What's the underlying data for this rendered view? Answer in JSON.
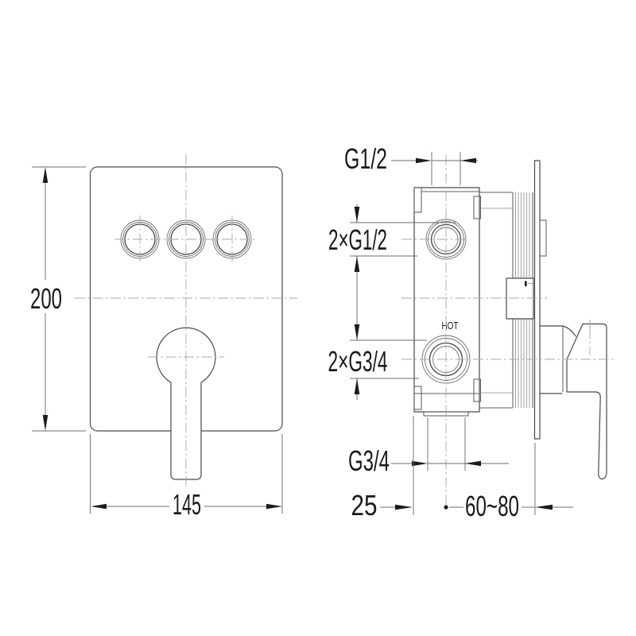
{
  "drawing": {
    "front_view": {
      "height_label": "200",
      "width_label": "145"
    },
    "side_view": {
      "top_port_label": "G1/2",
      "side_ports_label": "2×G1/2",
      "lower_ports_label": "2×G3/4",
      "bottom_port_label": "G3/4",
      "depth_label": "25",
      "wall_depth_range_label": "60~80",
      "hot_label": "HOT"
    },
    "colors": {
      "line": "#4a4a4a",
      "centerline": "#aaaaaa",
      "text": "#1a1a1a",
      "background": "#ffffff"
    }
  }
}
